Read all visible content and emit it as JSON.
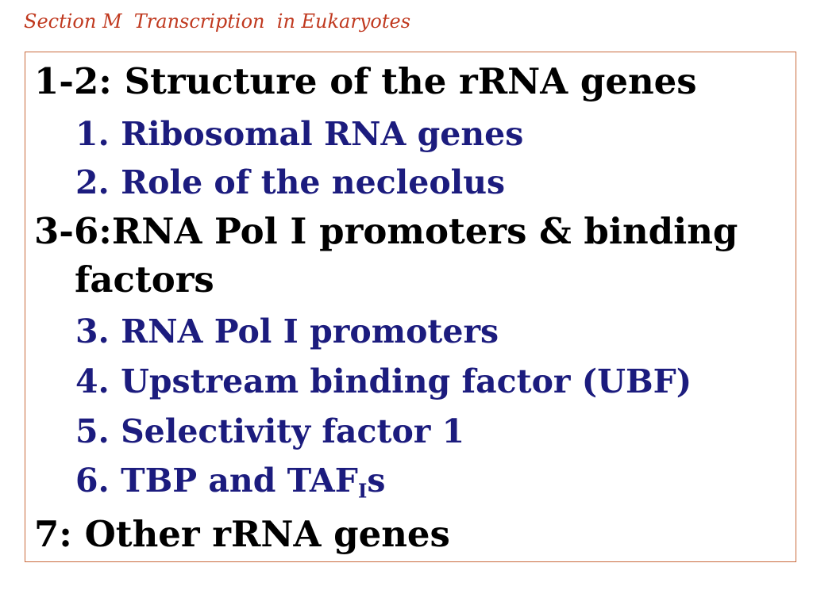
{
  "header": {
    "title": "Section M  Transcription  in Eukaryotes"
  },
  "outline": {
    "sections": [
      {
        "heading": "1-2: Structure of the rRNA genes",
        "items": [
          {
            "text": "1. Ribosomal RNA genes"
          },
          {
            "text": "2. Role of the necleolus"
          }
        ]
      },
      {
        "heading": "3-6:RNA Pol I promoters & binding factors",
        "items": [
          {
            "text": "3. RNA Pol I promoters"
          },
          {
            "text": "4. Upstream binding factor (UBF)"
          },
          {
            "text": "5. Selectivity factor 1"
          },
          {
            "text": "6. TBP and TAF",
            "subscript": "I",
            "suffix": "s"
          }
        ]
      },
      {
        "heading": "7: Other rRNA genes",
        "items": []
      }
    ]
  },
  "colors": {
    "section_title": "#C0391F",
    "heading_text": "#000000",
    "subitem_text": "#1C1C7E",
    "frame_border": "#C96A3D",
    "background": "#FFFFFF"
  }
}
